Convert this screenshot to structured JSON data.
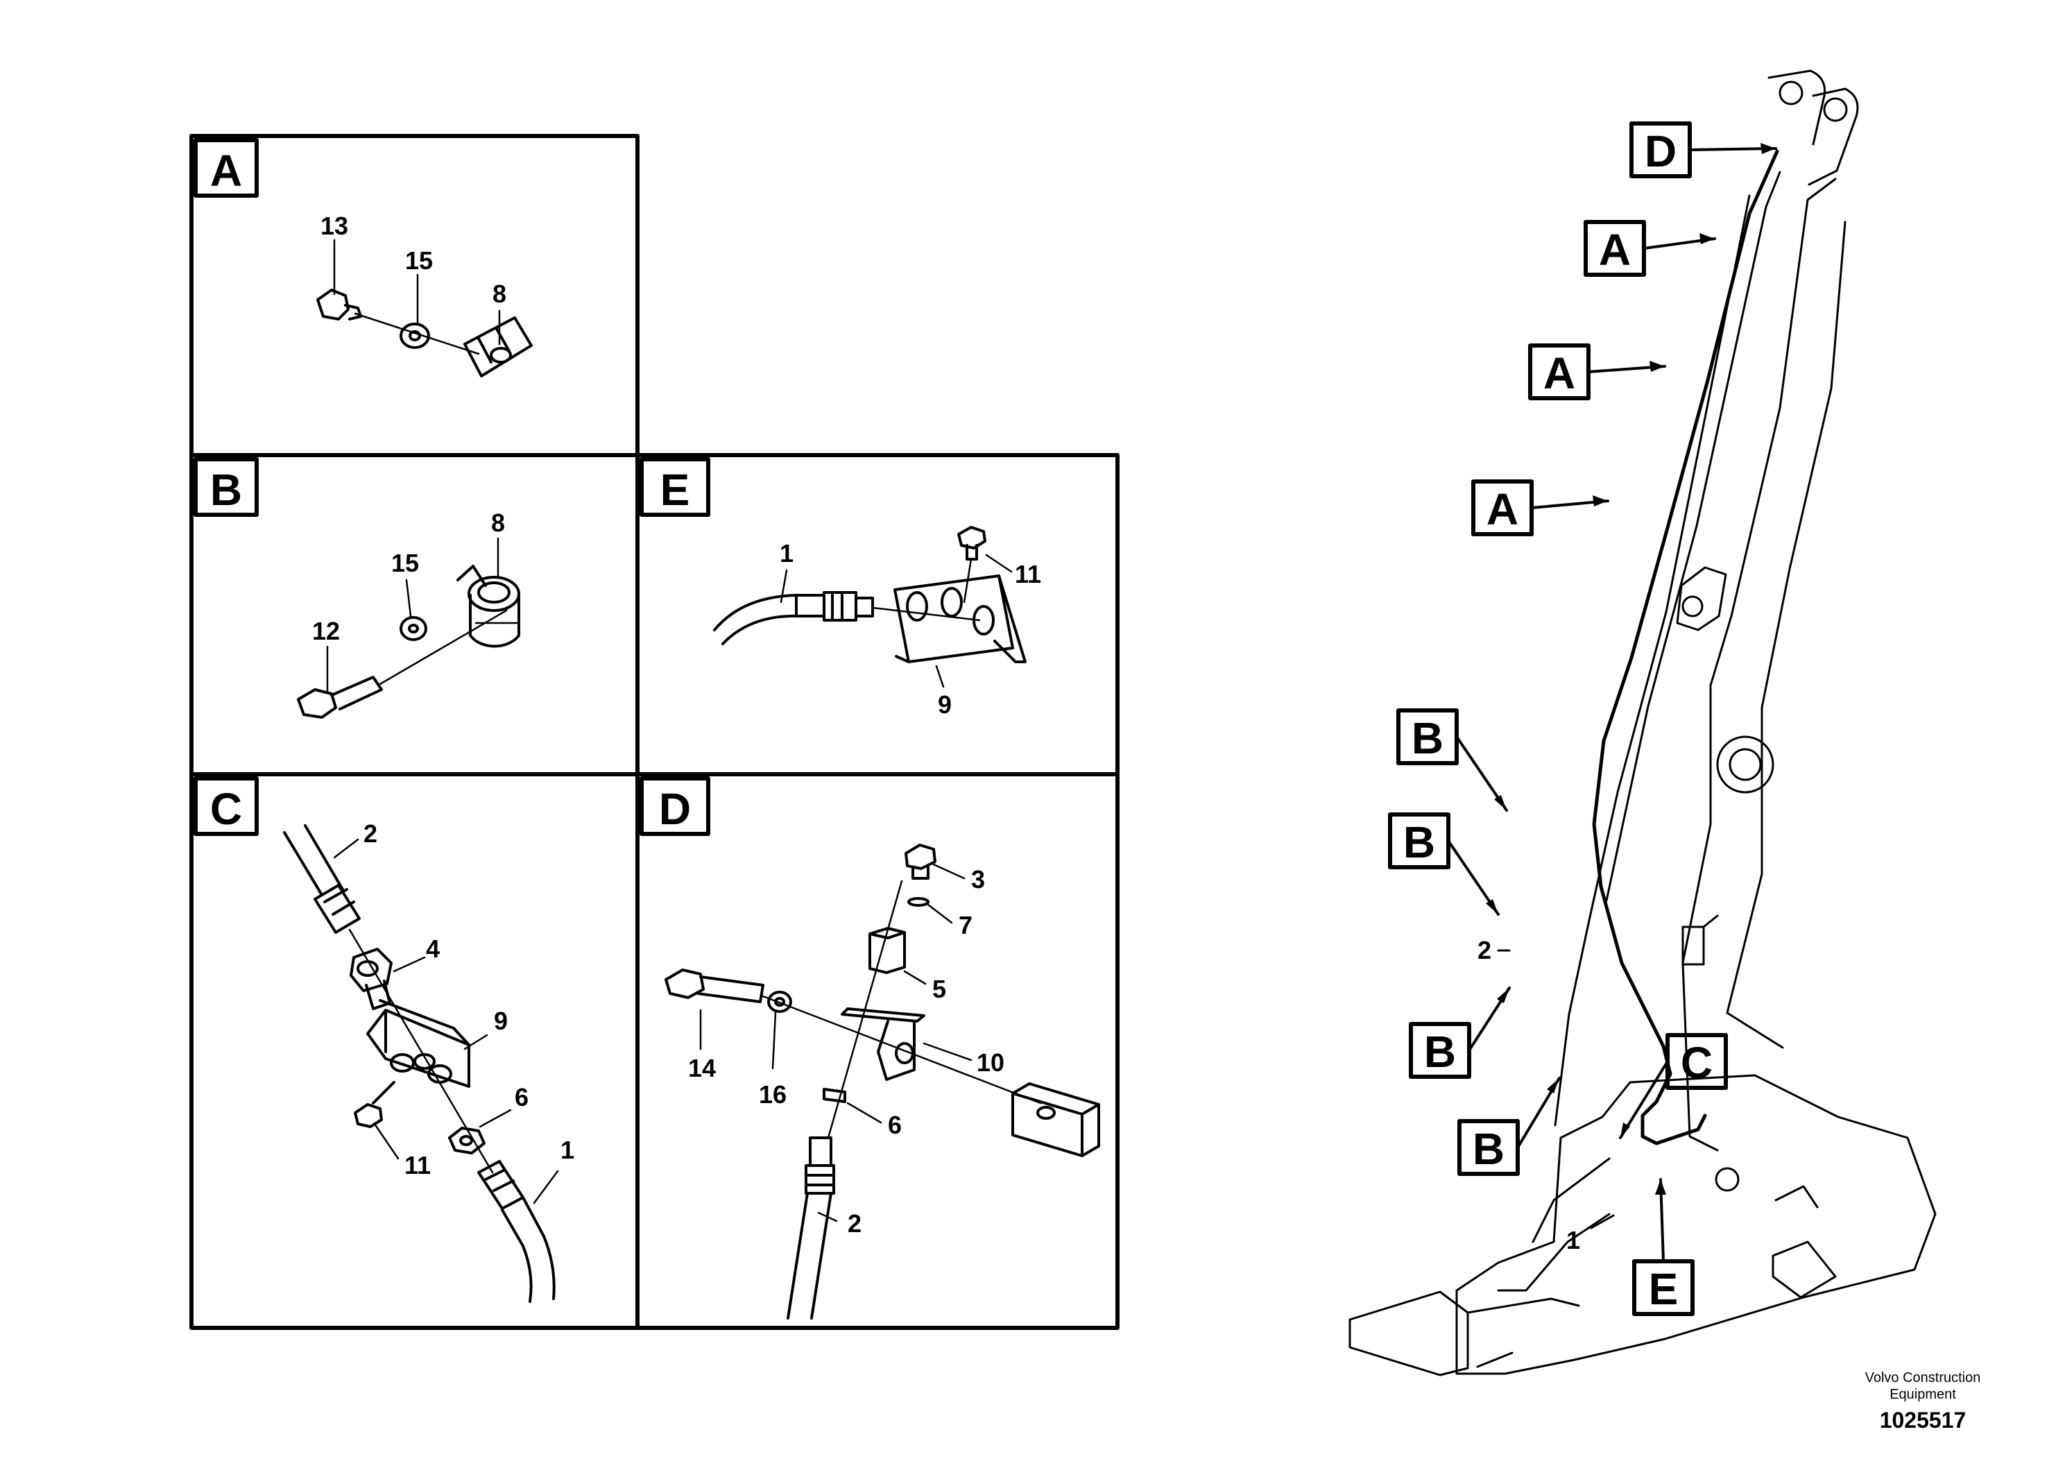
{
  "panels": {
    "A": {
      "letter": "A",
      "callouts": [
        "13",
        "15",
        "8"
      ]
    },
    "B": {
      "letter": "B",
      "callouts": [
        "8",
        "15",
        "12"
      ]
    },
    "C": {
      "letter": "C",
      "callouts": [
        "2",
        "4",
        "9",
        "6",
        "11",
        "1"
      ]
    },
    "D": {
      "letter": "D",
      "callouts": [
        "3",
        "7",
        "5",
        "14",
        "16",
        "10",
        "6",
        "2"
      ]
    },
    "E": {
      "letter": "E",
      "callouts": [
        "1",
        "11",
        "9"
      ]
    }
  },
  "boom": {
    "markers": [
      "D",
      "A",
      "A",
      "A",
      "B",
      "B",
      "B",
      "B",
      "C",
      "E"
    ],
    "callouts": [
      "2",
      "1"
    ]
  },
  "footer": {
    "company_line1": "Volvo Construction",
    "company_line2": "Equipment",
    "part_number": "1025517"
  }
}
